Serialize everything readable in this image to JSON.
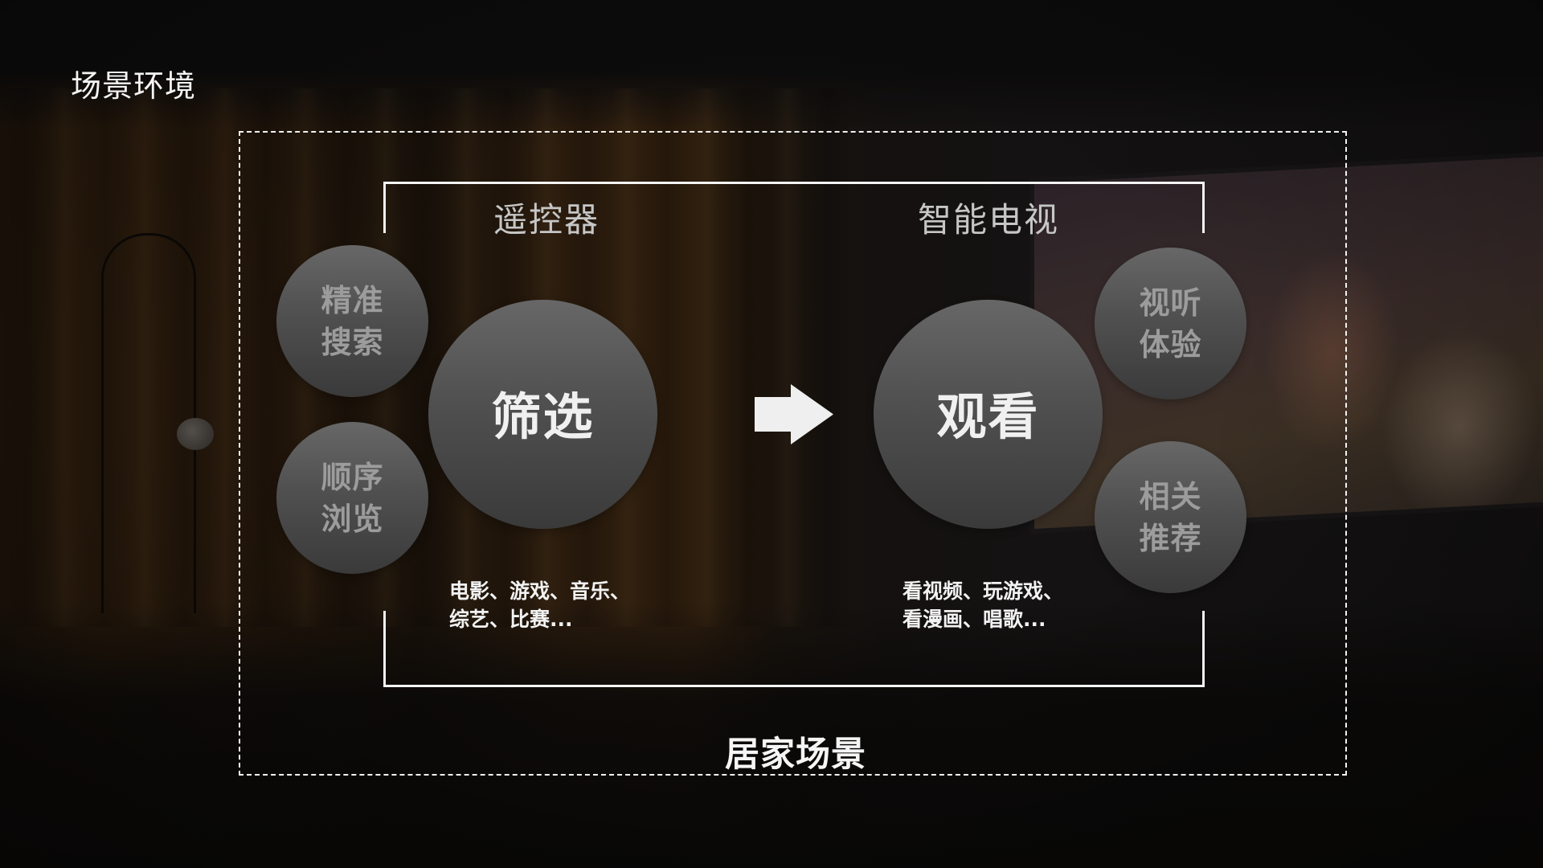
{
  "page": {
    "title": "场景环境",
    "scene_label": "居家场景"
  },
  "devices": {
    "remote": {
      "label": "遥控器"
    },
    "tv": {
      "label": "智能电视"
    }
  },
  "flow": {
    "left": {
      "main": "筛选",
      "modes": [
        {
          "label": "精准搜索"
        },
        {
          "label": "顺序浏览"
        }
      ],
      "caption_lines": [
        "电影、游戏、音乐、",
        "综艺、比赛..."
      ]
    },
    "arrow_icon": "right-arrow-icon",
    "right": {
      "main": "观看",
      "modes": [
        {
          "label": "视听体验"
        },
        {
          "label": "相关推荐"
        }
      ],
      "caption_lines": [
        "看视频、玩游戏、",
        "看漫画、唱歌..."
      ]
    }
  },
  "colors": {
    "circle_top": "#676767",
    "circle_bottom": "#3a3a3a",
    "small_text": "#9c9c9c",
    "main_text": "#f0f0f0",
    "frame": "#f2f2f2"
  }
}
